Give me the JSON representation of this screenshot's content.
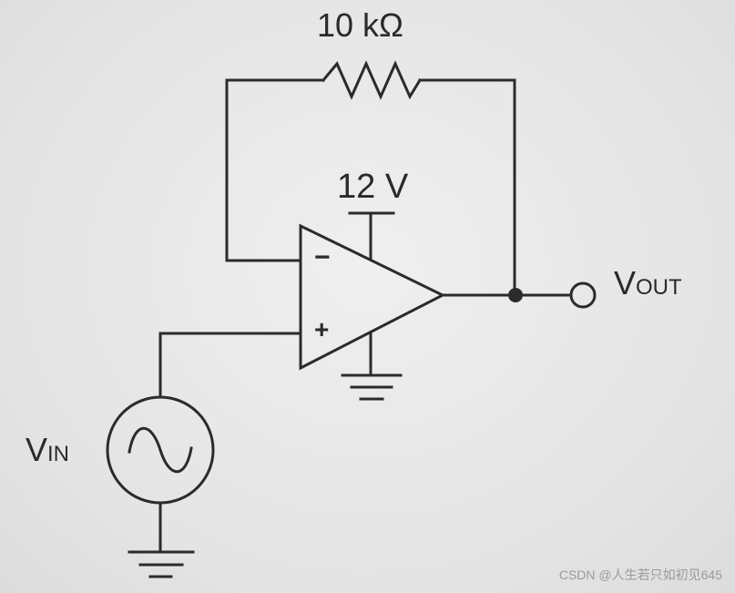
{
  "resistor": {
    "value_label": "10 kΩ"
  },
  "supply": {
    "label": "12 V"
  },
  "opamp": {
    "inverting_label": "−",
    "noninverting_label": "+"
  },
  "output": {
    "label_main": "V",
    "label_sub": "OUT"
  },
  "input": {
    "label_main": "V",
    "label_sub": "IN"
  },
  "watermark": {
    "text": "CSDN @人生若只如初见645"
  },
  "colors": {
    "wire": "#2b2b2b",
    "background": "#e6e6e6"
  },
  "icons": {
    "source": "ac-source-icon",
    "ground": "ground-icon",
    "resistor": "resistor-icon",
    "terminal": "output-terminal-icon"
  }
}
